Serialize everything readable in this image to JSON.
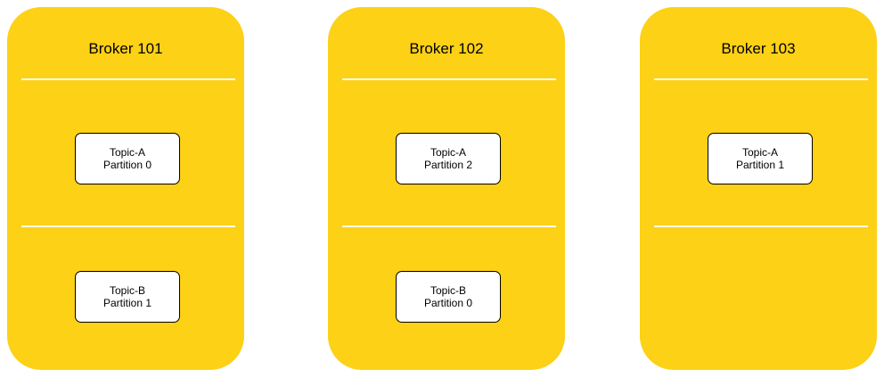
{
  "brokers": [
    {
      "title": "Broker 101",
      "partitions": [
        {
          "topic": "Topic-A",
          "partition": "Partition 0"
        },
        {
          "topic": "Topic-B",
          "partition": "Partition 1"
        }
      ]
    },
    {
      "title": "Broker 102",
      "partitions": [
        {
          "topic": "Topic-A",
          "partition": "Partition 2"
        },
        {
          "topic": "Topic-B",
          "partition": "Partition 0"
        }
      ]
    },
    {
      "title": "Broker 103",
      "partitions": [
        {
          "topic": "Topic-A",
          "partition": "Partition 1"
        }
      ]
    }
  ],
  "colors": {
    "broker_fill": "#FCD116",
    "partition_fill": "#FFFFFF",
    "divider": "#FFFFFF"
  }
}
